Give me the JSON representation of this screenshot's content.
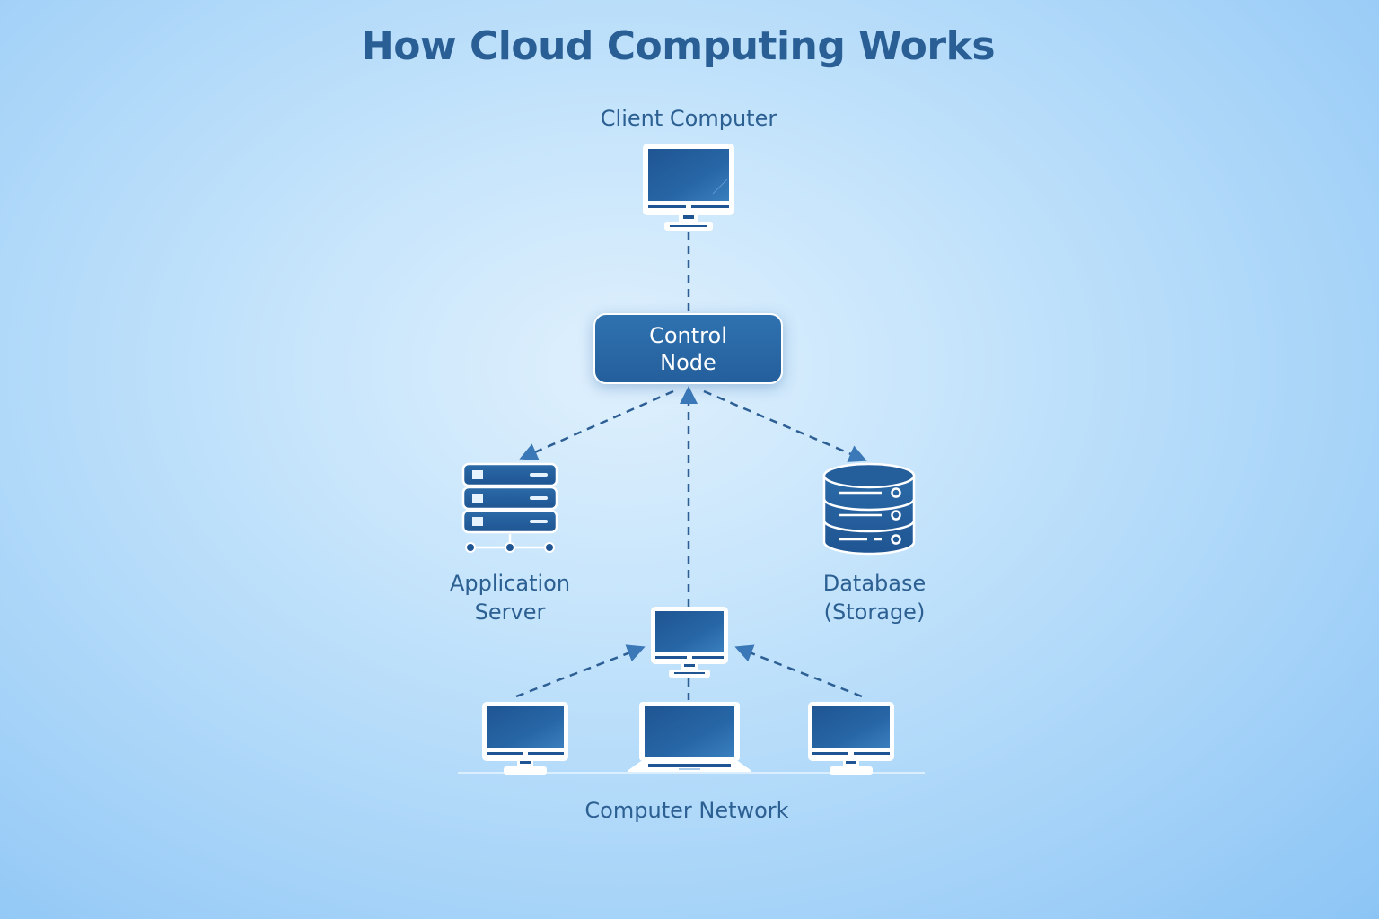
{
  "title": "How Cloud Computing Works",
  "colors": {
    "primary": "#245f9c",
    "text": "#2c5f92",
    "connector": "#2d5f95",
    "icon_outline": "#ffffff",
    "background_light": "#dff0fd",
    "background_edge": "#8cc5f5"
  },
  "nodes": {
    "client": {
      "label": "Client Computer",
      "icon": "desktop-monitor-icon"
    },
    "control": {
      "line1": "Control",
      "line2": "Node"
    },
    "app_server": {
      "line1": "Application",
      "line2": "Server",
      "icon": "server-rack-icon"
    },
    "database": {
      "line1": "Database",
      "line2": "(Storage)",
      "icon": "database-cylinder-icon"
    },
    "network": {
      "label": "Computer Network",
      "hub_icon": "desktop-monitor-icon",
      "devices": [
        "desktop-monitor-icon",
        "laptop-icon",
        "desktop-monitor-icon"
      ]
    }
  },
  "connections": [
    {
      "from": "client",
      "to": "control",
      "style": "dashed",
      "arrow": "none"
    },
    {
      "from": "control",
      "to": "app_server",
      "style": "dashed",
      "arrow": "to"
    },
    {
      "from": "control",
      "to": "database",
      "style": "dashed",
      "arrow": "to"
    },
    {
      "from": "network_hub",
      "to": "control",
      "style": "dashed",
      "arrow": "to"
    },
    {
      "from": "network_left",
      "to": "network_hub",
      "style": "dashed",
      "arrow": "to"
    },
    {
      "from": "network_right",
      "to": "network_hub",
      "style": "dashed",
      "arrow": "to"
    },
    {
      "from": "network_hub",
      "to": "network_laptop",
      "style": "dashed",
      "arrow": "none"
    }
  ]
}
